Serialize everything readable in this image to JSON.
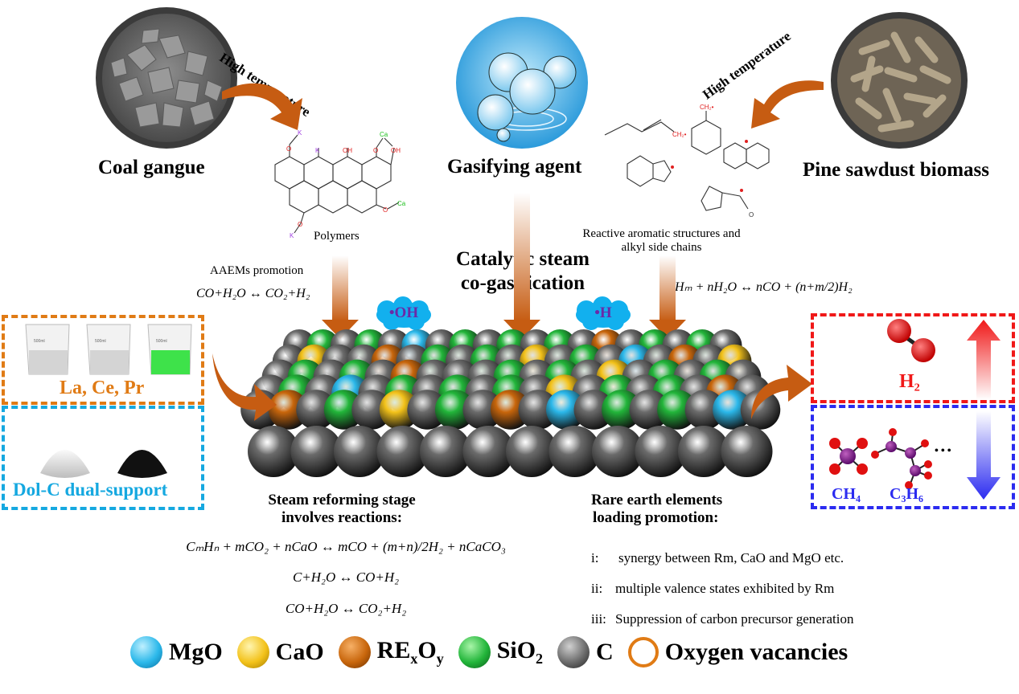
{
  "sources": {
    "coal": {
      "label": "Coal gangue",
      "arrow_label": "High temperature"
    },
    "gasifying_agent": {
      "label": "Gasifying agent"
    },
    "biomass": {
      "label": "Pine sawdust biomass",
      "arrow_label": "High temperature"
    }
  },
  "intermediates": {
    "polymers": {
      "caption": "Polymers",
      "atoms": [
        "K",
        "O",
        "K",
        "OH",
        "O",
        "Ca",
        "OH",
        "O",
        "Ca",
        "O",
        "K"
      ]
    },
    "aromatics": {
      "caption_line1": "Reactive aromatic structures and",
      "caption_line2": "alkyl side chains",
      "radicals": [
        "CH₂•",
        "CH₂•"
      ],
      "carbonyl_atom": "O"
    }
  },
  "process": {
    "title_line1": "Catalytic steam",
    "title_line2": "co-gasification",
    "left_note": "AAEMs promotion",
    "left_equation": "CO+H₂O ↔ CO₂+H₂",
    "right_equation": "CₙHₘ + nH₂O ↔ nCO + (n+m/2)H₂",
    "radical_oh": "•OH",
    "radical_h": "•H"
  },
  "inputs": {
    "rare_earth_label": "La, Ce, Pr",
    "beaker_volume": "500ml",
    "support_label": "Dol-C dual-support",
    "colors": {
      "rare_earth_box": "#e07b15",
      "support_box": "#15a8e0"
    }
  },
  "products": {
    "h2_label": "H₂",
    "ch4_label": "CH₄",
    "c3h6_label": "C₃H₆",
    "ellipsis": "•••",
    "h2_trend": "increase",
    "hydrocarbon_trend": "decrease",
    "colors": {
      "h2_box": "#f01818",
      "hc_box": "#2b2bf0"
    }
  },
  "steam_reforming": {
    "title_line1": "Steam reforming stage",
    "title_line2": "involves reactions:",
    "equations": [
      "CₘHₙ + mCO₂ + nCaO ↔  mCO + (m+n)/2H₂ + nCaCO₃",
      "C+H₂O ↔  CO+H₂",
      "CO+H₂O ↔  CO₂+H₂"
    ]
  },
  "rare_earth_promotion": {
    "title_line1": "Rare earth elements",
    "title_line2": "loading promotion:",
    "points": [
      {
        "num": "i:",
        "text": "synergy between Rm, CaO and MgO etc."
      },
      {
        "num": "ii:",
        "text": "multiple valence states exhibited by Rm"
      },
      {
        "num": "iii:",
        "text": "Suppression of carbon precursor generation"
      }
    ]
  },
  "legend": [
    {
      "key": "mgo",
      "label": "MgO",
      "color": "#2bb8ea"
    },
    {
      "key": "cao",
      "label": "CaO",
      "color": "#f3c21a"
    },
    {
      "key": "rexoy",
      "label": "RE",
      "sub1": "x",
      "label2": "O",
      "sub2": "y",
      "color": "#c8660c"
    },
    {
      "key": "sio2",
      "label": "SiO",
      "sub1": "2",
      "color": "#22b53a"
    },
    {
      "key": "c",
      "label": "C",
      "color": "#6b6b6b"
    },
    {
      "key": "ov",
      "label": "Oxygen vacancies",
      "color": "#e07b15"
    }
  ],
  "colors": {
    "arrow": "#c65c12",
    "cloud": "#12b0ee",
    "radical_text": "#6a2aa8"
  }
}
